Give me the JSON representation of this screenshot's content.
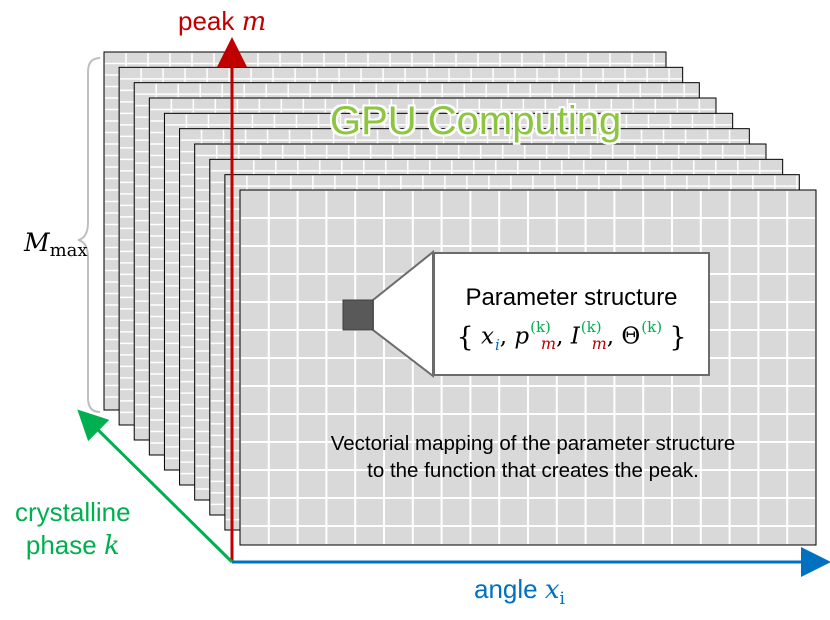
{
  "title": "GPU Computing",
  "axes": {
    "vertical": {
      "text": "peak ",
      "var": "m",
      "color": "#C00000"
    },
    "horizontal": {
      "text": "angle ",
      "var": "x",
      "sub": "i",
      "color": "#0070C0"
    },
    "depth": {
      "line1": "crystalline",
      "line2": "phase ",
      "var": "k",
      "color": "#00B050"
    }
  },
  "stack_label": {
    "base": "M",
    "sub": "max"
  },
  "parameter_box": {
    "title": "Parameter structure",
    "formula": {
      "x": "x",
      "x_sub": "i",
      "p": "p",
      "m": "m",
      "k": "(k)",
      "I": "I",
      "Theta": "Θ",
      "colors": {
        "i": "#0070C0",
        "m": "#C00000",
        "k": "#00B050"
      }
    }
  },
  "caption": {
    "line1": "Vectorial mapping of the parameter structure",
    "line2": "to the function that creates the peak."
  },
  "colors": {
    "panel_fill": "#d9d9d9",
    "panel_border": "#000000",
    "grid_line": "#ffffff",
    "brace": "#bfbfbf",
    "highlight_cell": "#595959"
  }
}
